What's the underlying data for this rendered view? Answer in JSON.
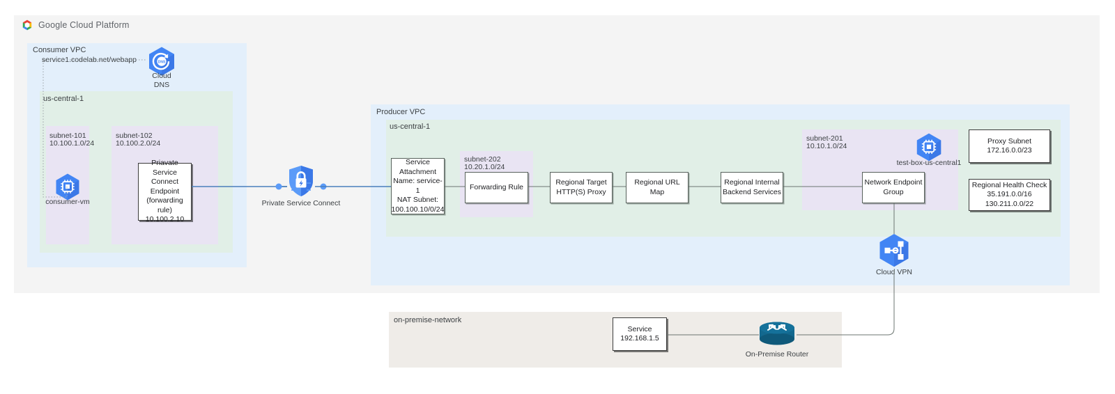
{
  "header": {
    "logo_icon": "google-cloud-platform-logo",
    "title": "Google Cloud Platform"
  },
  "consumer_vpc": {
    "label": "Consumer VPC",
    "dns_record": "service1.codelab.net/webapp",
    "cloud_dns": {
      "icon": "cloud-dns-icon",
      "label_line1": "Cloud",
      "label_line2": "DNS"
    },
    "region": {
      "label": "us-central-1"
    },
    "subnets": [
      {
        "name": "subnet-101",
        "cidr": "10.100.1.0/24",
        "vm": {
          "icon": "compute-engine-vm-icon",
          "label": "consumer-vm"
        }
      },
      {
        "name": "subnet-102",
        "cidr": "10.100.2.0/24",
        "endpoint": {
          "line1": "Priavate Service",
          "line2": "Connect Endpoint",
          "line3": "(forwarding rule)",
          "line4": "10.100.2.10"
        }
      }
    ]
  },
  "private_service_connect": {
    "icon": "private-service-connect-shield-icon",
    "label": "Private Service Connect"
  },
  "producer_vpc": {
    "label": "Producer VPC",
    "region": {
      "label": "us-central-1"
    },
    "service_attachment": {
      "line1": "Service",
      "line2": "Attachment",
      "line3": "Name: service-1",
      "line4": "NAT Subnet:",
      "line5": "100.100.10/0/24"
    },
    "subnet_202": {
      "name": "subnet-202",
      "cidr": "10.20.1.0/24"
    },
    "chain": [
      {
        "label": "Forwarding Rule"
      },
      {
        "label_line1": "Regional Target",
        "label_line2": "HTTP(S) Proxy"
      },
      {
        "label_line1": "Regional URL Map",
        "label_line2": ""
      },
      {
        "label_line1": "Regional Internal",
        "label_line2": "Backend Services"
      },
      {
        "label_line1": "Network Endpoint",
        "label_line2": "Group"
      }
    ],
    "subnet_201": {
      "name": "subnet-201",
      "cidr": "10.10.1.0/24"
    },
    "test_box": {
      "icon": "compute-engine-vm-icon",
      "label": "test-box-us-central1"
    },
    "proxy_subnet": {
      "line1": "Proxy Subnet",
      "line2": "172.16.0.0/23"
    },
    "health_check": {
      "line1": "Regional Health Check",
      "line2": "35.191.0.0/16",
      "line3": "130.211.0.0/22"
    }
  },
  "cloud_vpn": {
    "icon": "cloud-vpn-icon",
    "label": "Cloud VPN"
  },
  "on_premise": {
    "label": "on-premise-network",
    "service": {
      "line1": "Service",
      "line2": "192.168.1.5"
    },
    "router": {
      "icon": "on-premise-router-icon",
      "label": "On-Premise Router"
    }
  },
  "colors": {
    "canvas_bg": "#f4f4f4",
    "vpc_bg": "#e3effb",
    "region_bg": "#e1efe7",
    "subnet_bg": "#e9e4f3",
    "onprem_bg": "#efece8",
    "gcp_blue": "#4285f4",
    "link_blue": "#4a7ebb",
    "link_gray": "#6b7570",
    "router_teal": "#13688e"
  }
}
